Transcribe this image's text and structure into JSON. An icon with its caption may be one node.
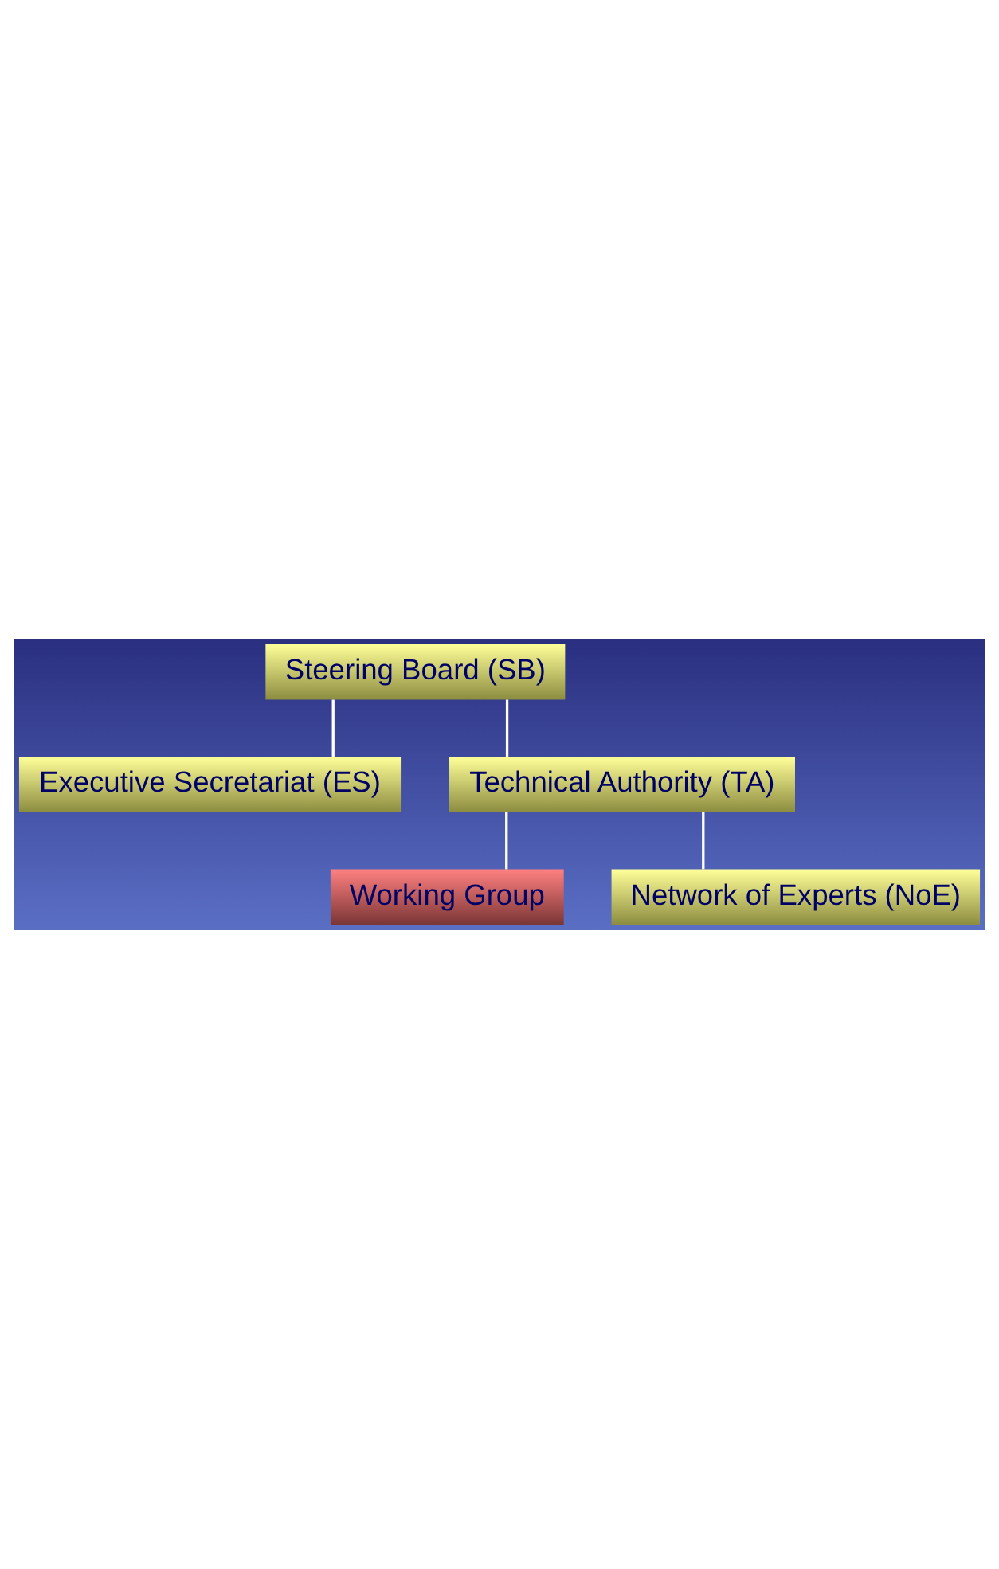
{
  "diagram": {
    "nodes": [
      {
        "text": [
          "Steering Board (SB)"
        ]
      },
      {
        "text": [
          "Executive Secretariat (ES)"
        ]
      },
      {
        "text": [
          "Technical Authority (TA)"
        ]
      },
      {
        "text": [
          "Working Group"
        ]
      },
      {
        "text": [
          "Network of Experts (NoE)"
        ]
      }
    ],
    "edges": [
      {
        "from": 0,
        "to": 1,
        "arrow": "none"
      },
      {
        "from": 0,
        "to": 2,
        "arrow": "none"
      },
      {
        "from": 2,
        "to": 3,
        "arrow": "none"
      },
      {
        "from": 2,
        "to": 4,
        "arrow": "none"
      }
    ]
  }
}
